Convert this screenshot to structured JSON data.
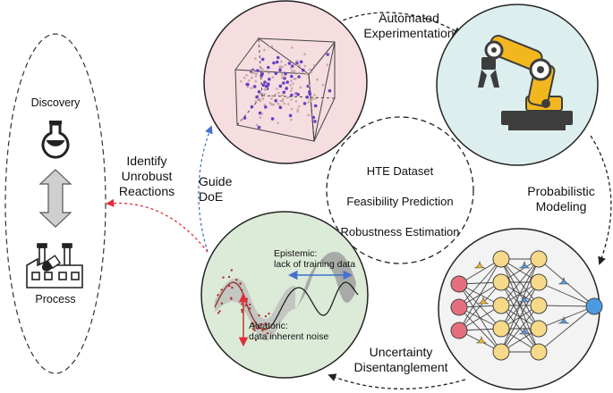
{
  "left_panel": {
    "discovery_label": "Discovery",
    "process_label": "Process"
  },
  "arrows": {
    "identify_label": "Identify Unrobust Reactions",
    "identify_lines": [
      "Identify",
      "Unrobust",
      "Reactions"
    ],
    "guide_lines": [
      "Guide",
      "DoE"
    ],
    "automated_lines": [
      "Automated",
      "Experimentation"
    ],
    "probabilistic_lines": [
      "Probabilistic",
      "Modeling"
    ],
    "uncertainty_lines": [
      "Uncertainty",
      "Disentanglement"
    ]
  },
  "center": {
    "lines": [
      "HTE Dataset",
      "Feasibility Prediction",
      "Robustness Estimation"
    ]
  },
  "uncertainty_panel": {
    "epistemic_lines": [
      "Epistemic:",
      "lack of training data"
    ],
    "aleatoric_lines": [
      "Aleatoric:",
      "data inherent noise"
    ]
  },
  "colors": {
    "design_circle": "#f6dde0",
    "robot_circle": "#dcefee",
    "uncertainty_circle": "#dcebd8",
    "network_circle": "#f3f3f3",
    "red_arrow": "#e0303a",
    "blue_arrow": "#4a6fd0",
    "robot_yellow": "#f2b71f",
    "robot_dark": "#3d3d3d",
    "node_red": "#e56f7d",
    "node_yellow": "#f7d98a",
    "node_blue": "#4c9be0",
    "point_purple": "#6a3fc1"
  }
}
